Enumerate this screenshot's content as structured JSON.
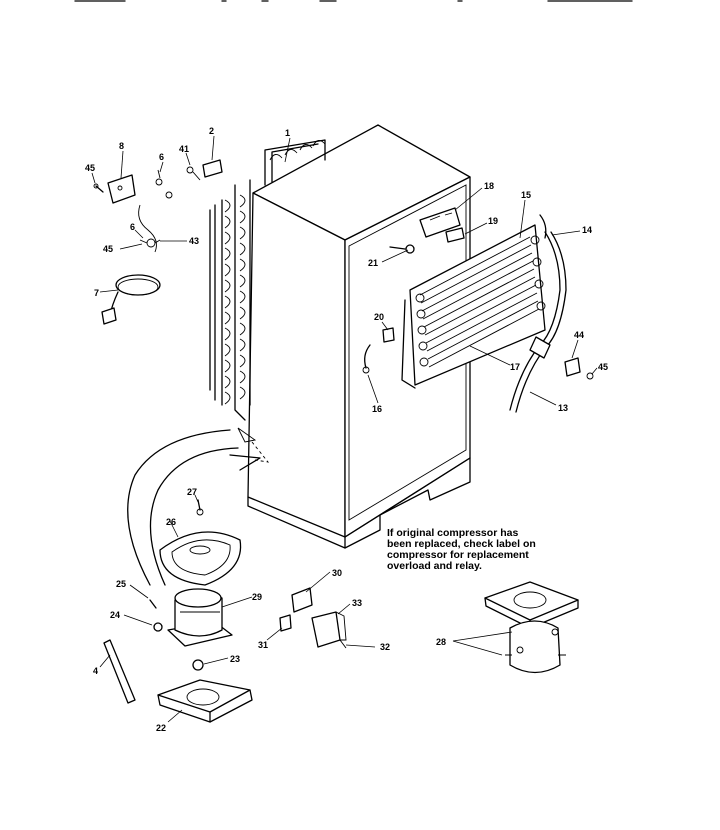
{
  "note": {
    "lines": [
      "If original compressor has",
      "been replaced, check label on",
      "compressor for replacement",
      "overload and relay."
    ]
  },
  "callouts": [
    {
      "id": "label-1",
      "text": "1"
    },
    {
      "id": "label-2",
      "text": "2"
    },
    {
      "id": "label-41",
      "text": "41"
    },
    {
      "id": "label-6-top",
      "text": "6"
    },
    {
      "id": "label-8",
      "text": "8"
    },
    {
      "id": "label-45-top",
      "text": "45"
    },
    {
      "id": "label-6-mid",
      "text": "6"
    },
    {
      "id": "label-45-mid",
      "text": "45"
    },
    {
      "id": "label-43",
      "text": "43"
    },
    {
      "id": "label-7",
      "text": "7"
    },
    {
      "id": "label-18",
      "text": "18"
    },
    {
      "id": "label-15",
      "text": "15"
    },
    {
      "id": "label-19",
      "text": "19"
    },
    {
      "id": "label-14",
      "text": "14"
    },
    {
      "id": "label-21",
      "text": "21"
    },
    {
      "id": "label-20",
      "text": "20"
    },
    {
      "id": "label-16",
      "text": "16"
    },
    {
      "id": "label-17",
      "text": "17"
    },
    {
      "id": "label-44",
      "text": "44"
    },
    {
      "id": "label-45-right",
      "text": "45"
    },
    {
      "id": "label-13",
      "text": "13"
    },
    {
      "id": "label-27",
      "text": "27"
    },
    {
      "id": "label-26",
      "text": "26"
    },
    {
      "id": "label-25",
      "text": "25"
    },
    {
      "id": "label-24",
      "text": "24"
    },
    {
      "id": "label-29",
      "text": "29"
    },
    {
      "id": "label-30",
      "text": "30"
    },
    {
      "id": "label-33",
      "text": "33"
    },
    {
      "id": "label-31",
      "text": "31"
    },
    {
      "id": "label-32",
      "text": "32"
    },
    {
      "id": "label-4",
      "text": "4"
    },
    {
      "id": "label-23",
      "text": "23"
    },
    {
      "id": "label-22",
      "text": "22"
    },
    {
      "id": "label-28",
      "text": "28"
    }
  ]
}
